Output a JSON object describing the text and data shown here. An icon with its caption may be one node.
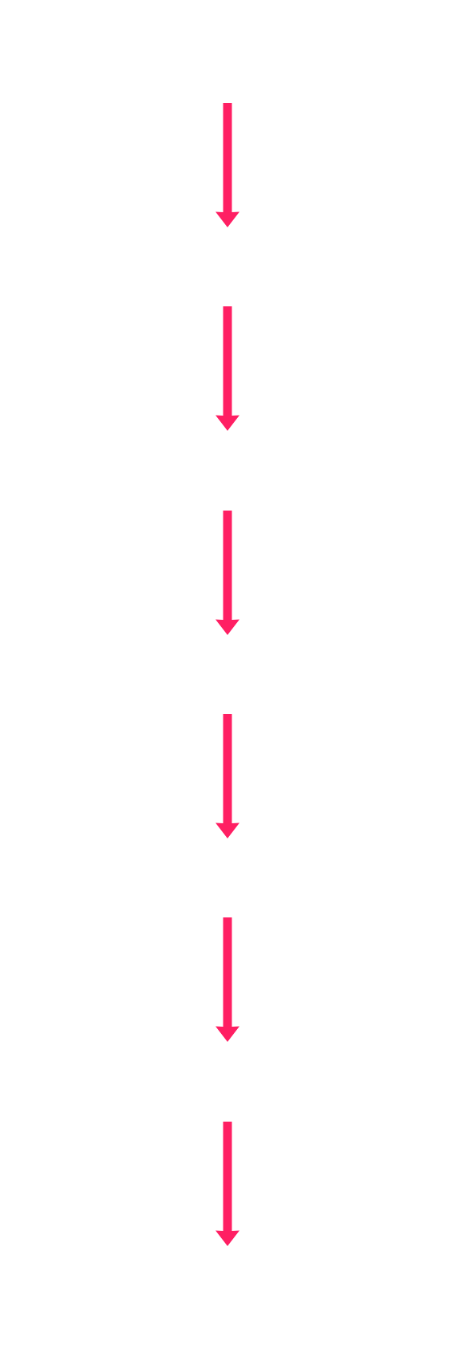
{
  "diagram": {
    "nodes": [
      {
        "text": [],
        "shape": "arrow"
      },
      {
        "text": [],
        "shape": "arrow"
      },
      {
        "text": [],
        "shape": "arrow"
      },
      {
        "text": [],
        "shape": "arrow"
      },
      {
        "text": [],
        "shape": "arrow"
      },
      {
        "text": [],
        "shape": "arrow"
      }
    ]
  }
}
